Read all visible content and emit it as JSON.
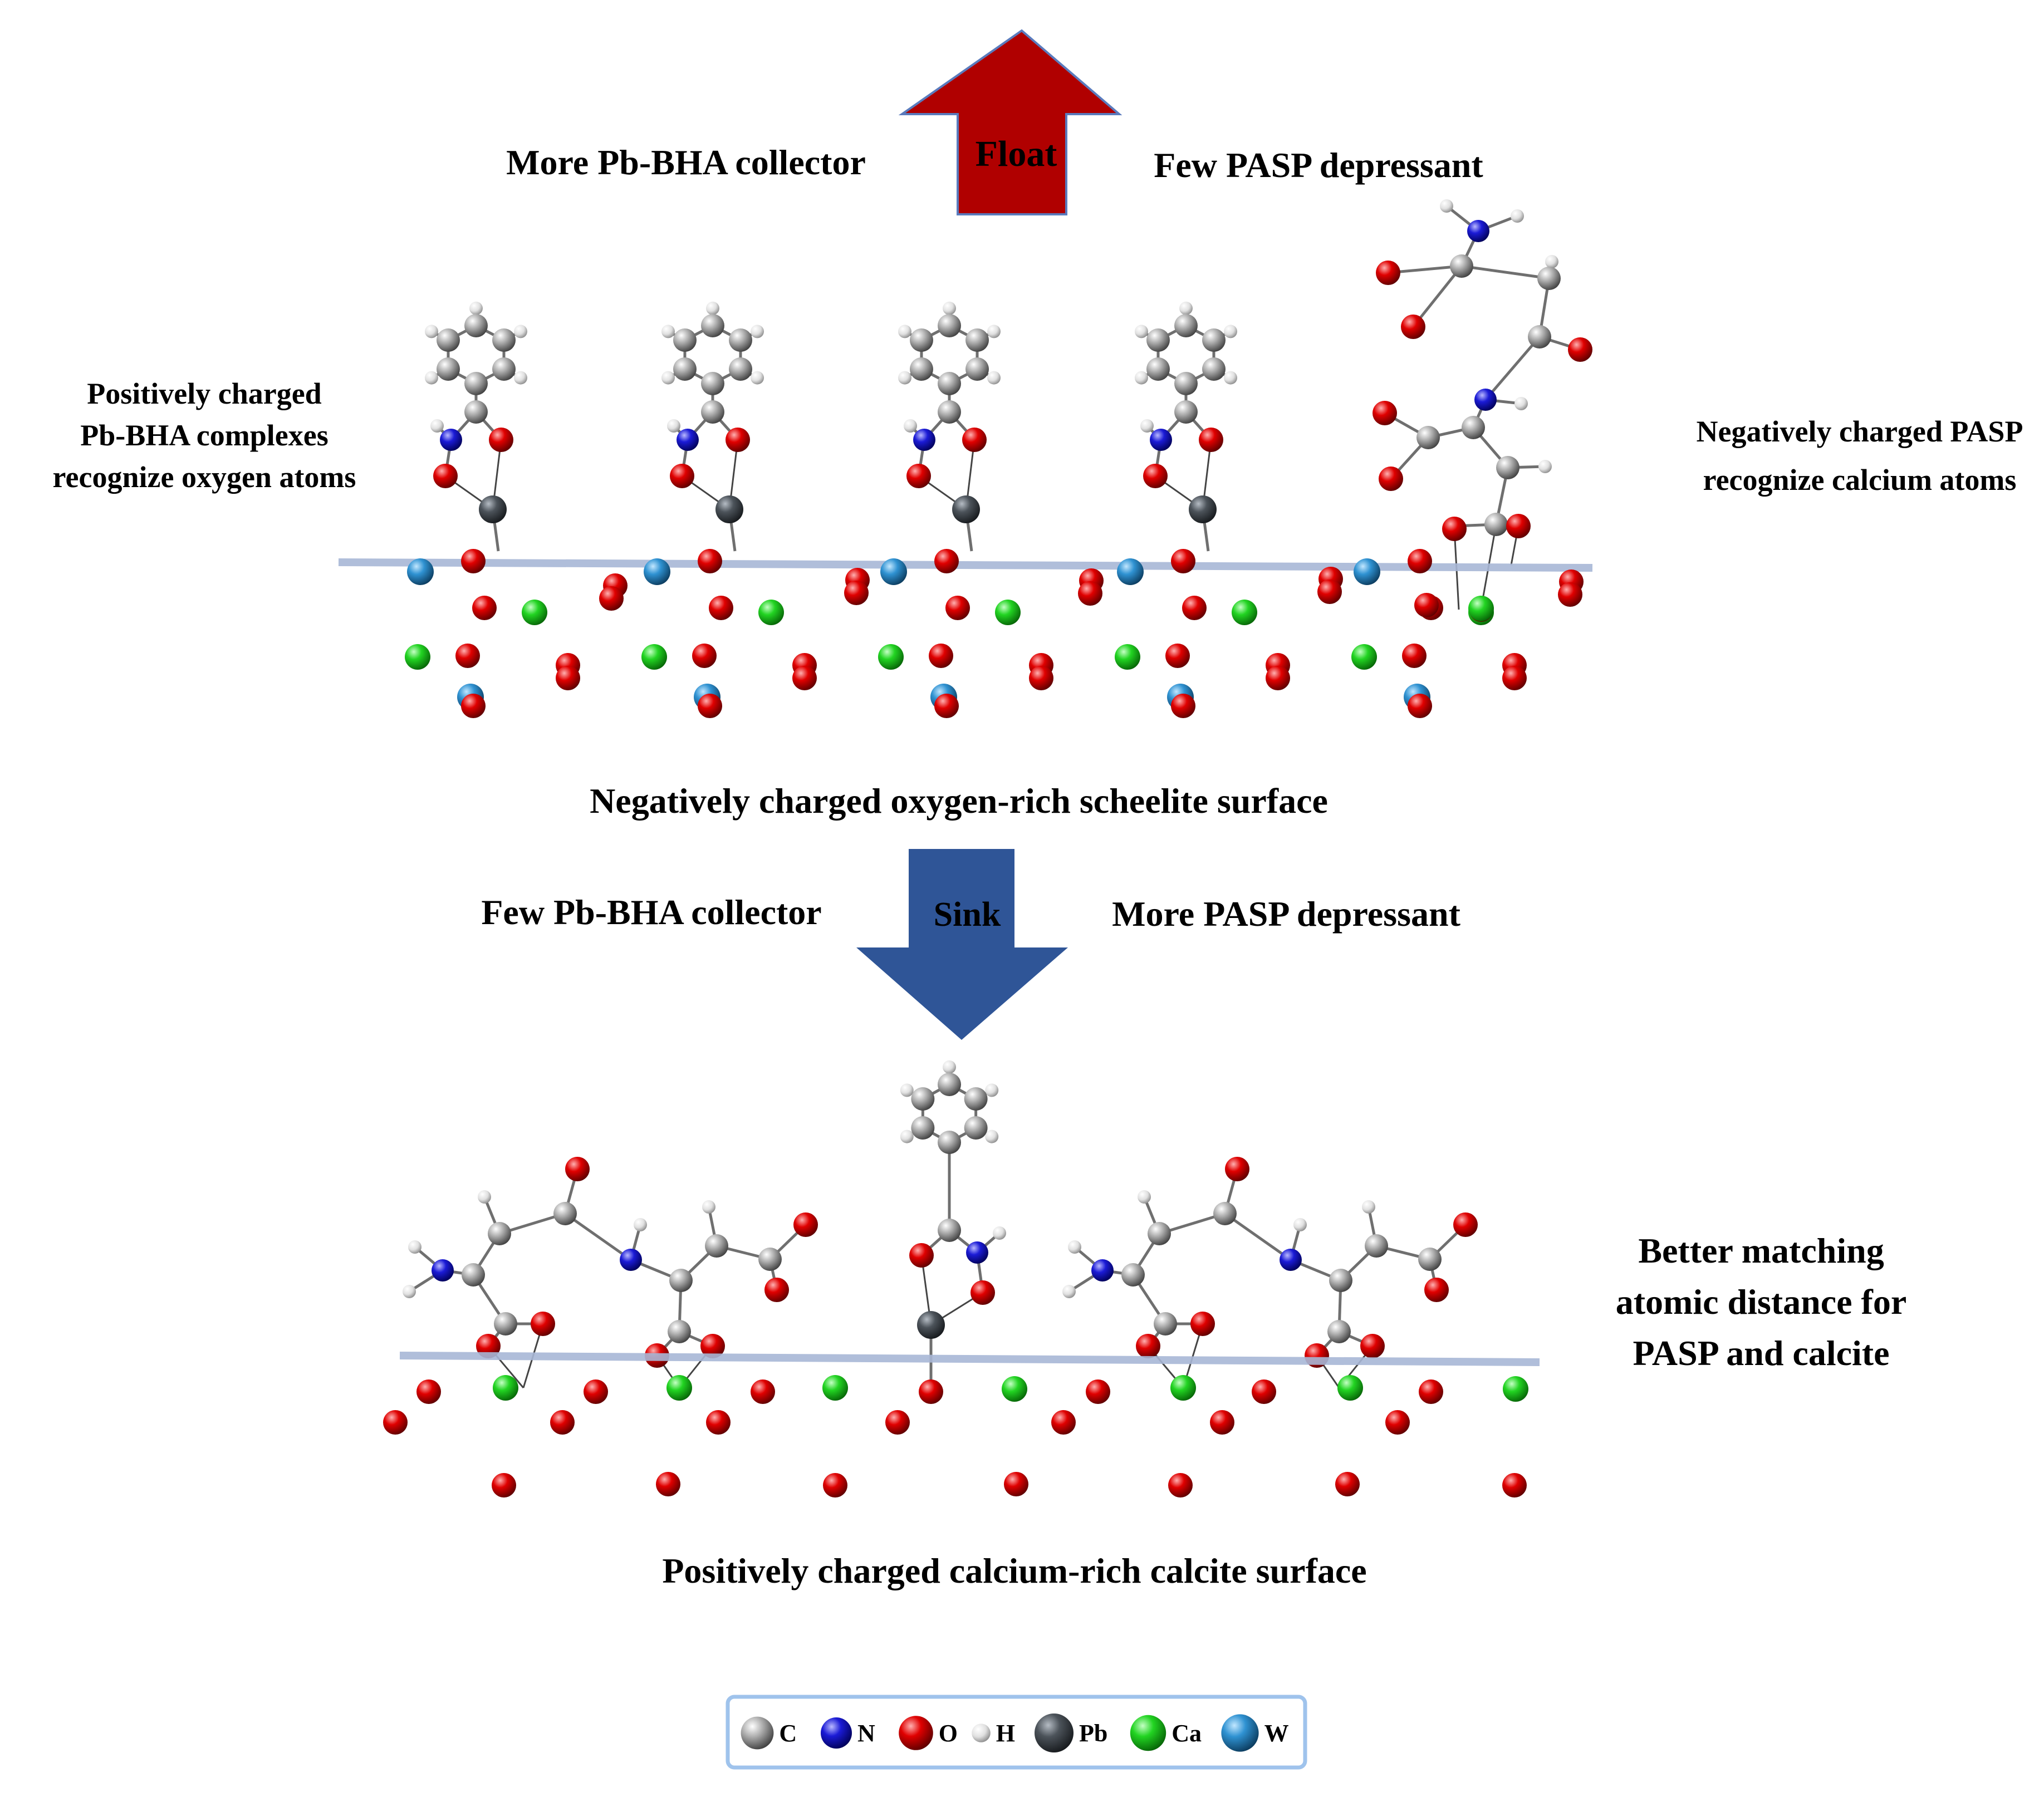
{
  "top": {
    "arrow_label": "Float",
    "left_label": "More Pb-BHA collector",
    "right_label": "Few PASP depressant",
    "side_left": [
      "Positively charged",
      "Pb-BHA complexes",
      "recognize oxygen atoms"
    ],
    "side_right": [
      "Negatively charged PASP",
      "recognize calcium atoms"
    ],
    "surface_caption": "Negatively charged oxygen-rich scheelite surface"
  },
  "bottom": {
    "arrow_label": "Sink",
    "left_label": "Few Pb-BHA collector",
    "right_label": "More PASP depressant",
    "side_right": [
      "Better matching",
      "atomic distance for",
      "PASP and calcite"
    ],
    "surface_caption": "Positively charged calcium-rich calcite surface"
  },
  "legend": [
    {
      "symbol": "C",
      "color": "#8c8c8c"
    },
    {
      "symbol": "N",
      "color": "#1515c8"
    },
    {
      "symbol": "O",
      "color": "#d60000"
    },
    {
      "symbol": "H",
      "color": "#e8e8e8"
    },
    {
      "symbol": "Pb",
      "color": "#4a4f55"
    },
    {
      "symbol": "Ca",
      "color": "#1ed31e"
    },
    {
      "symbol": "W",
      "color": "#2f8fcf"
    }
  ],
  "colors": {
    "float_arrow": "#b00000",
    "sink_arrow": "#2f5597"
  }
}
